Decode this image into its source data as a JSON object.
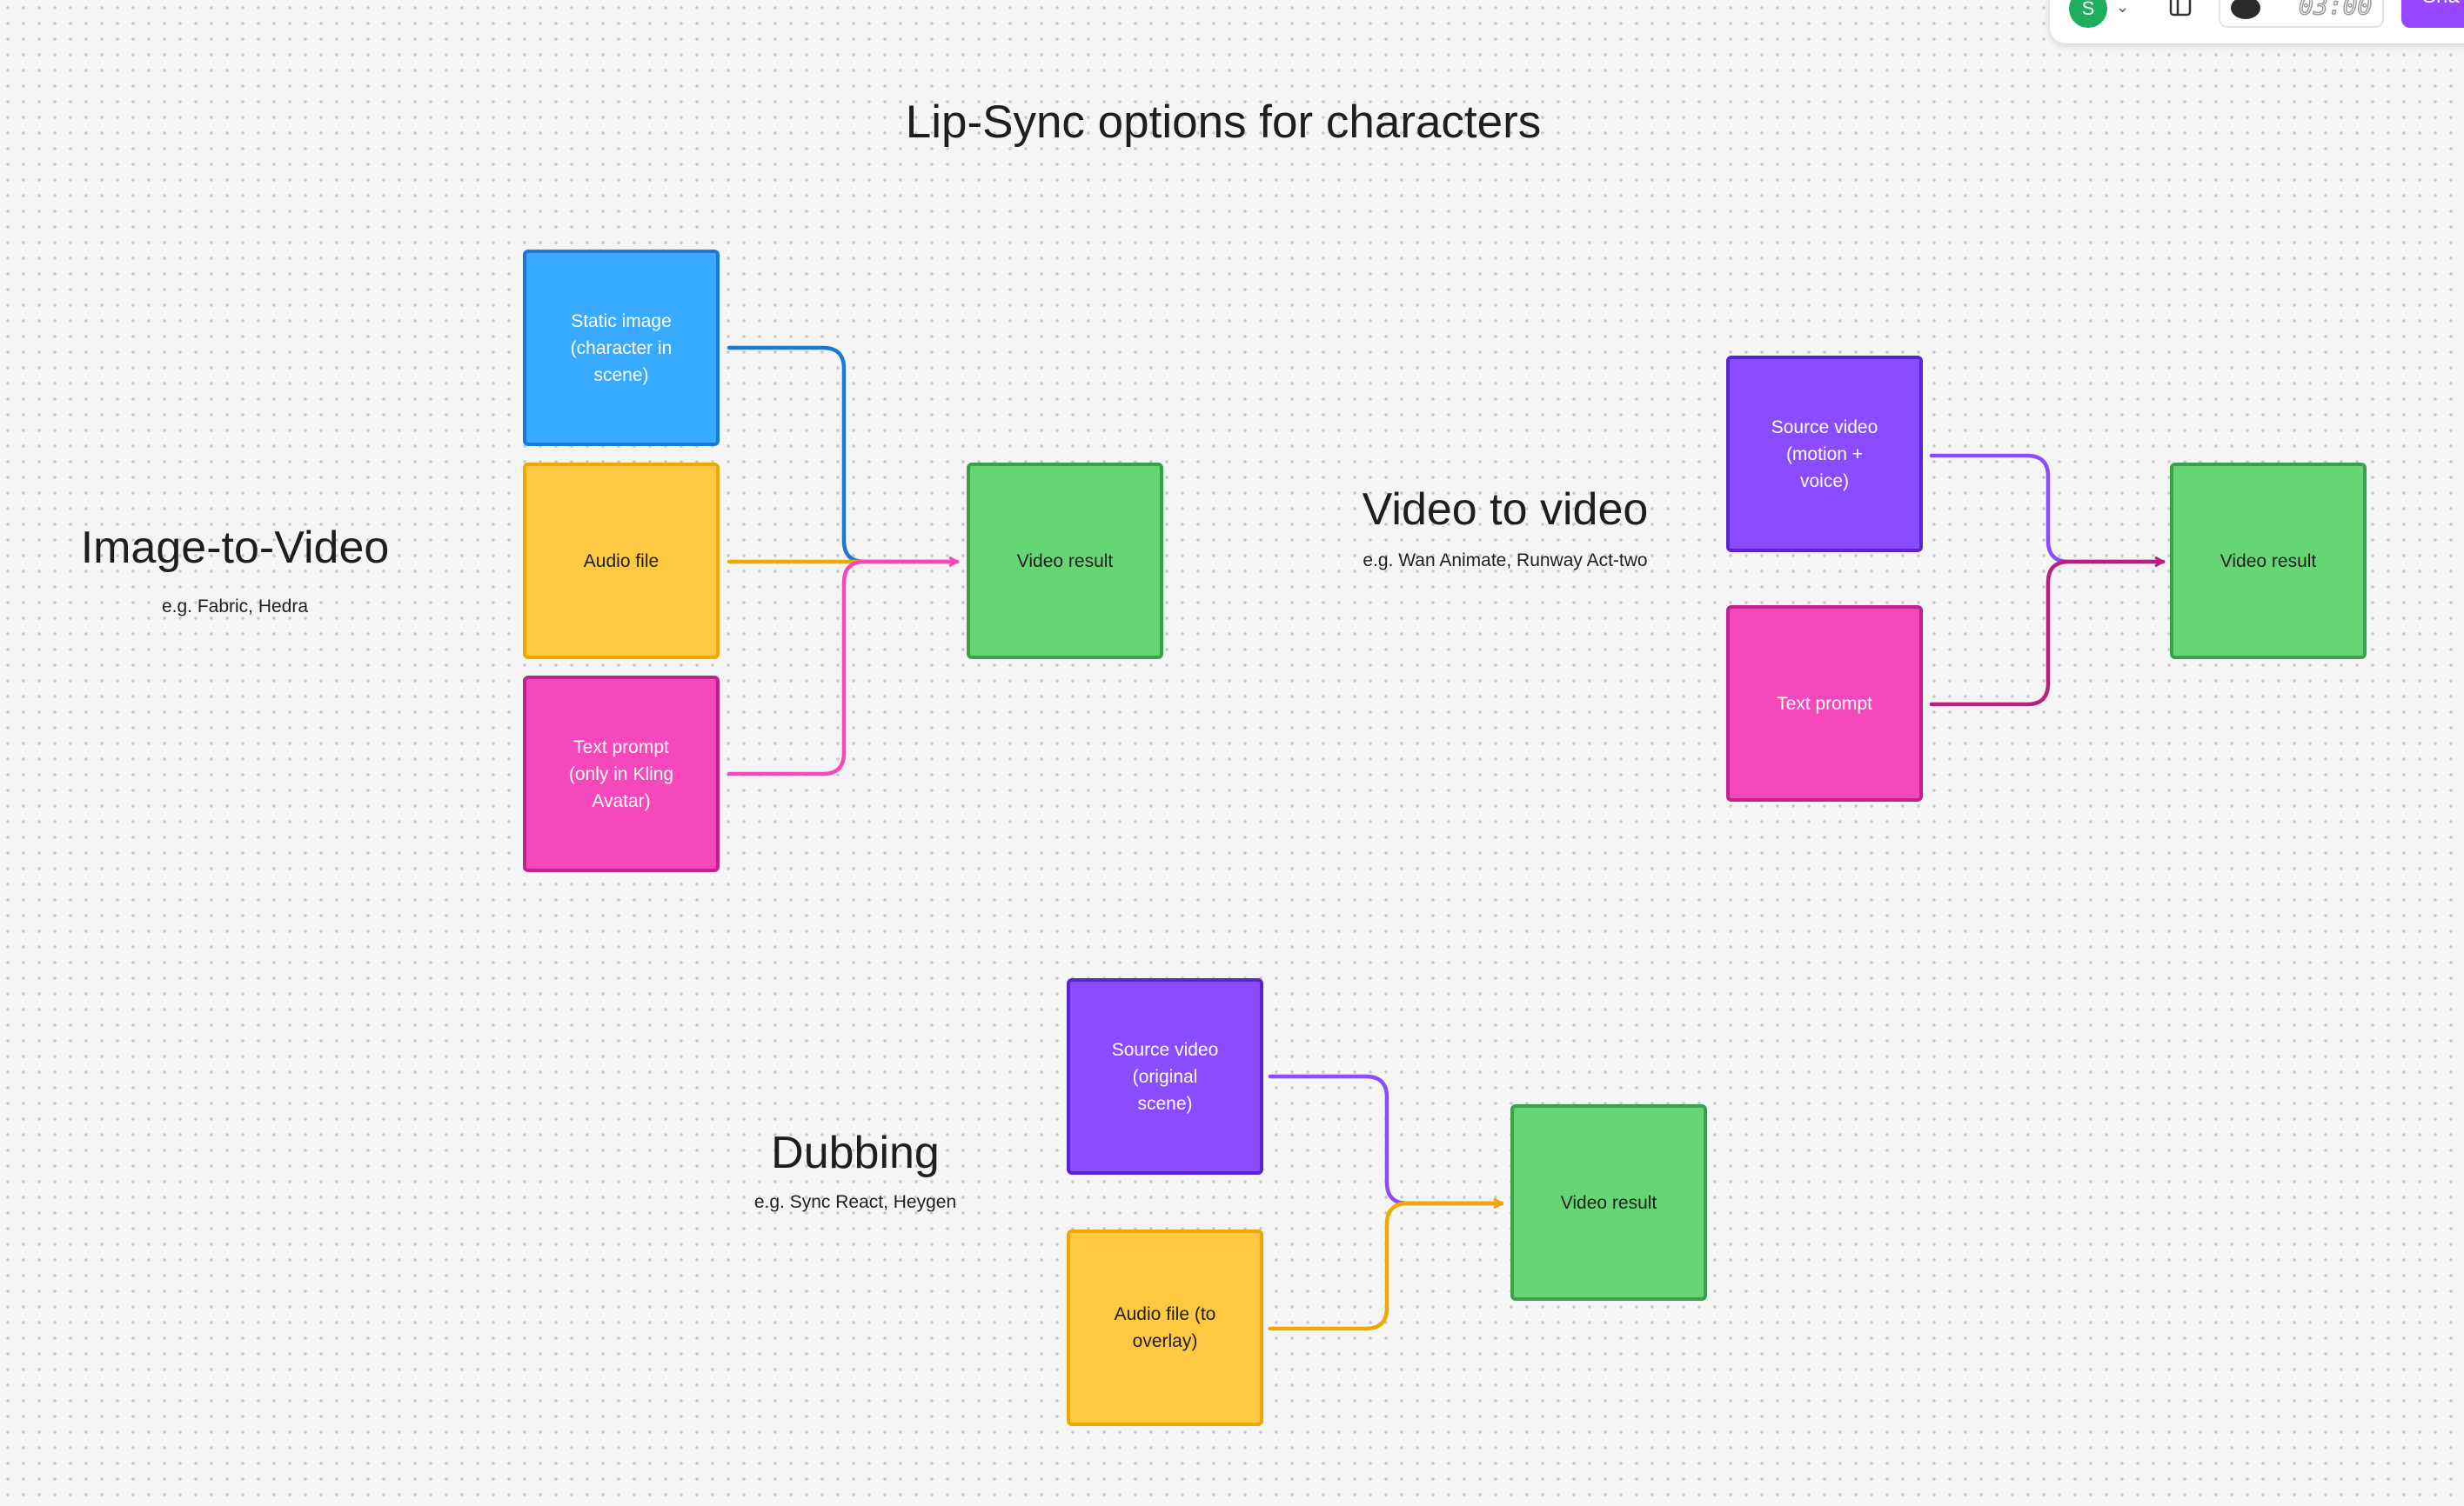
{
  "board": {
    "title": "Lip-Sync options for characters",
    "sections": {
      "image_to_video": {
        "heading": "Image-to-Video",
        "subtitle": "e.g. Fabric, Hedra",
        "inputs": [
          "Static image (character in scene)",
          "Audio file",
          "Text prompt (only in Kling Avatar)"
        ],
        "result": "Video result"
      },
      "video_to_video": {
        "heading": "Video to video",
        "subtitle": "e.g. Wan Animate, Runway Act-two",
        "inputs": [
          "Source video (motion + voice)",
          "Text prompt"
        ],
        "result": "Video result"
      },
      "dubbing": {
        "heading": "Dubbing",
        "subtitle": "e.g. Sync React, Heygen",
        "inputs": [
          "Source video (original scene)",
          "Audio file (to overlay)"
        ],
        "result": "Video result"
      }
    }
  },
  "toolbar": {
    "avatar_initial": "S",
    "timer": "03:00",
    "share_label": "Sha"
  },
  "colors": {
    "blue": "#38aaff",
    "yellow": "#ffc942",
    "pink": "#f648bd",
    "purple": "#8b4cff",
    "green": "#66d675",
    "connector_blue": "#1a78d6",
    "connector_yellow": "#f0a800",
    "connector_pink": "#f648bd",
    "connector_purple": "#8b4cff",
    "connector_magenta": "#b8207e",
    "share": "#9747ff"
  }
}
